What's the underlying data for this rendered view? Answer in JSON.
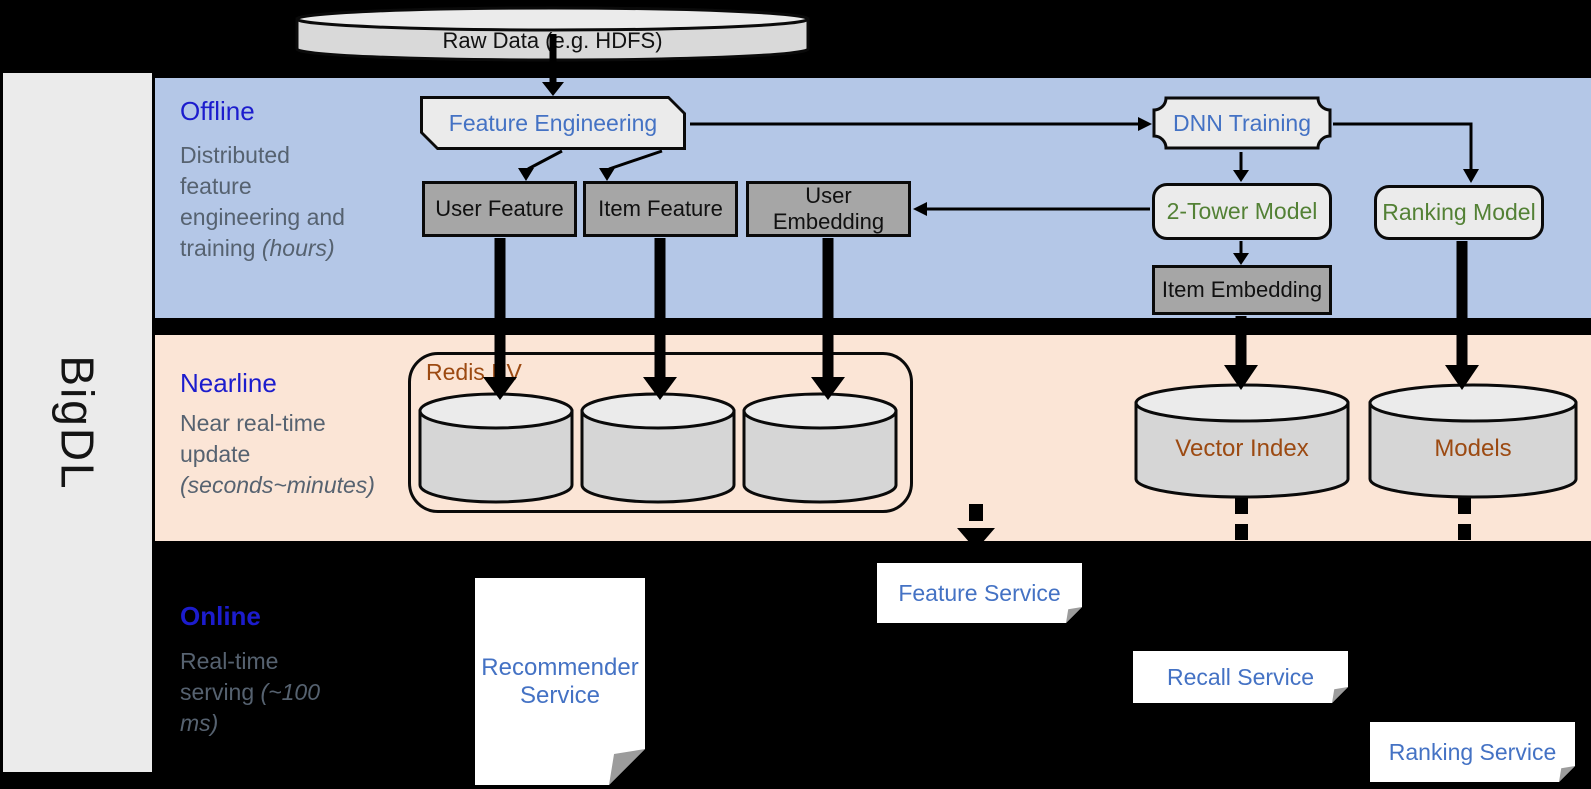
{
  "brand": "BigDL",
  "raw_data": {
    "label": "Raw Data (e.g. HDFS)"
  },
  "bands": {
    "offline": {
      "label": "Offline",
      "description": "Distributed feature engineering and training",
      "note": "(hours)"
    },
    "nearline": {
      "label": "Nearline",
      "description": "Near real-time update",
      "note": "(seconds~minutes)"
    },
    "online": {
      "label": "Online",
      "description": "Real-time serving",
      "note": "(~100 ms)"
    }
  },
  "nodes": {
    "feature_engineering": "Feature Engineering",
    "dnn_training": "DNN Training",
    "user_feature": "User Feature",
    "item_feature": "Item Feature",
    "user_embedding": "User Embedding",
    "two_tower_model": "2-Tower Model",
    "ranking_model": "Ranking Model",
    "item_embedding": "Item Embedding",
    "redis_kv": "Redis KV",
    "vector_index": "Vector Index",
    "models": "Models",
    "feature_service": "Feature Service",
    "recommender_service": "Recommender Service",
    "recall_service": "Recall Service",
    "ranking_service": "Ranking Service"
  },
  "colors": {
    "background": "#000000",
    "band_offline": "#b4c7e7",
    "band_nearline": "#fbe5d6",
    "section_label_blue": "#1c1ccd",
    "description_gray": "#566270",
    "node_text_blue": "#4472c4",
    "node_text_green": "#538135",
    "node_text_brown": "#9c4a12",
    "gray_box_fill": "#a6a6a6",
    "light_shape_fill": "#ebebeb",
    "cylinder_fill": "#d6d6d6",
    "service_box_fill": "#ffffff"
  }
}
